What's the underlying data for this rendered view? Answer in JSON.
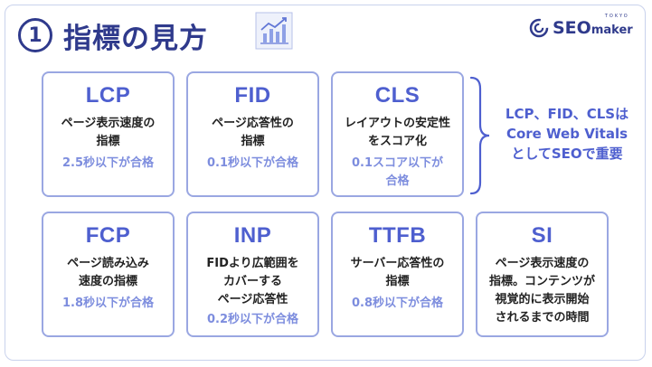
{
  "header": {
    "number": "1",
    "title": "指標の見方",
    "chart_icon": "bar-chart-trend-icon"
  },
  "logo": {
    "seo": "SEO",
    "maker": "maker",
    "tokyo": "TOKYO",
    "icon": "swirl-logo-icon"
  },
  "colors": {
    "primary": "#2f3a8c",
    "accent": "#4e5fcf",
    "pass_text": "#7d8dde",
    "card_border": "#9aa7e2"
  },
  "cards_top": [
    {
      "abbr": "LCP",
      "desc": "ページ表示速度の\n指標",
      "pass": "2.5秒以下が合格"
    },
    {
      "abbr": "FID",
      "desc": "ページ応答性の\n指標",
      "pass": "0.1秒以下が合格"
    },
    {
      "abbr": "CLS",
      "desc": "レイアウトの安定性\nをスコア化",
      "pass": "0.1スコア以下が\n合格"
    }
  ],
  "cards_bottom": [
    {
      "abbr": "FCP",
      "desc": "ページ読み込み\n速度の指標",
      "pass": "1.8秒以下が合格"
    },
    {
      "abbr": "INP",
      "desc": "FIDより広範囲を\nカバーする\nページ応答性",
      "pass": "0.2秒以下が合格"
    },
    {
      "abbr": "TTFB",
      "desc": "サーバー応答性の\n指標",
      "pass": "0.8秒以下が合格"
    },
    {
      "abbr": "SI",
      "desc": "ページ表示速度の\n指標。コンテンツが\n視覚的に表示開始\nされるまでの時間",
      "pass": ""
    }
  ],
  "note": "LCP、FID、CLSは\nCore Web Vitals\nとしてSEOで重要"
}
